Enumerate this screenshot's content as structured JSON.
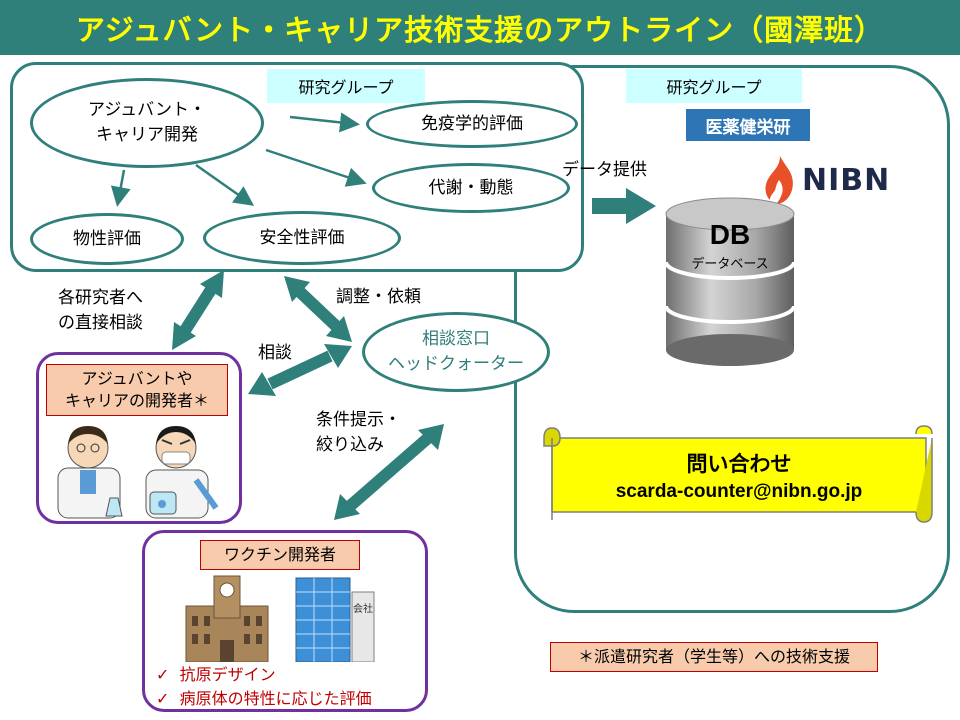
{
  "title": "アジュバント・キャリア技術支援のアウトライン（國澤班）",
  "left_group": {
    "label": "研究グループ",
    "nodes": {
      "adjuvant_dev": [
        "アジュバント・",
        "キャリア開発"
      ],
      "immunology": "免疫学的評価",
      "metabolism": "代謝・動態",
      "physical": "物性評価",
      "safety": "安全性評価"
    }
  },
  "right_group": {
    "label": "研究グループ",
    "org": "医薬健栄研",
    "logo_text": "NIBN",
    "db_title": "DB",
    "db_subtitle": "データベース",
    "data_provision": "データ提供"
  },
  "hub": {
    "lines": [
      "相談窓口",
      "ヘッドクォーター"
    ]
  },
  "labels": {
    "direct_consult": [
      "各研究者へ",
      "の直接相談"
    ],
    "coordination": "調整・依頼",
    "consult": "相談",
    "conditions": [
      "条件提示・",
      "絞り込み"
    ]
  },
  "adj_dev_box": {
    "label": [
      "アジュバントや",
      "キャリアの開発者＊"
    ]
  },
  "vaccine_box": {
    "label": "ワクチン開発者",
    "building_sign": "会社",
    "items": [
      "抗原デザイン",
      "病原体の特性に応じた評価"
    ]
  },
  "contact": {
    "title": "問い合わせ",
    "email": "scarda-counter@nibn.go.jp"
  },
  "footnote": "＊派遣研究者（学生等）への技術支援",
  "colors": {
    "teal": "#2f7f7a",
    "title_text": "#ffff00",
    "purple": "#7030a0",
    "cyan_label": "#ccffff",
    "orange_label": "#f8cbad",
    "scroll": "#ffff00",
    "logo_navy": "#1f2a4a",
    "logo_flame": "#e8502a"
  }
}
